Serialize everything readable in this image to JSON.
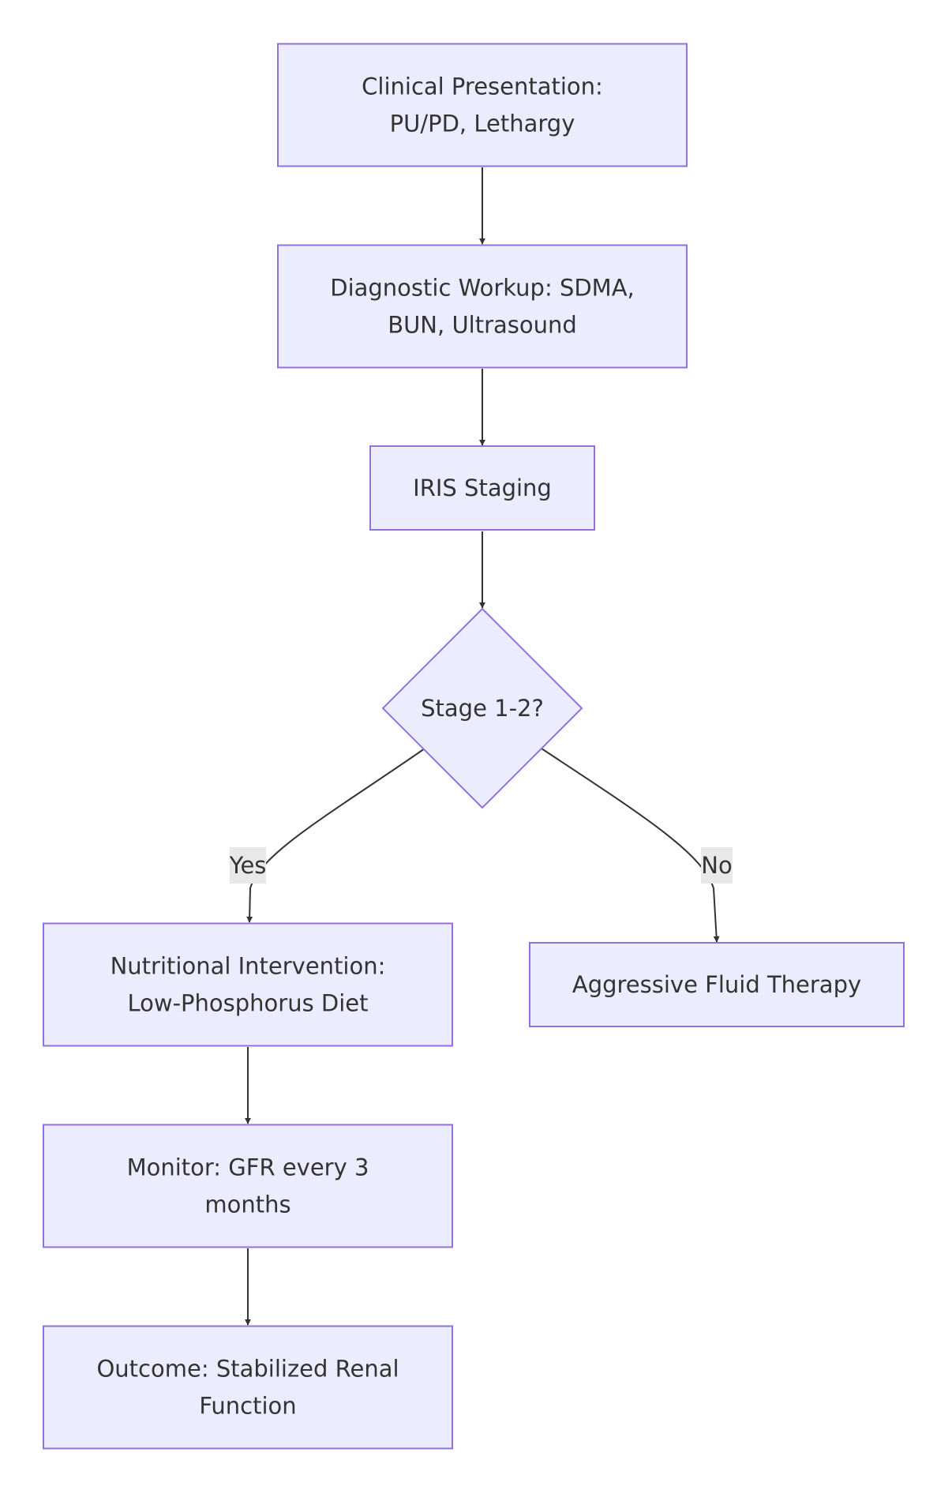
{
  "diagram": {
    "type": "flowchart",
    "colors": {
      "node_fill": "#ECECFF",
      "node_stroke": "#9370DB",
      "edge": "#333333",
      "label_bg": "#E8E8E8",
      "text": "#333333"
    },
    "nodes": [
      {
        "id": "clinical",
        "shape": "rect",
        "lines": [
          "Clinical Presentation:",
          "PU/PD, Lethargy"
        ]
      },
      {
        "id": "workup",
        "shape": "rect",
        "lines": [
          "Diagnostic Workup: SDMA,",
          "BUN, Ultrasound"
        ]
      },
      {
        "id": "iris",
        "shape": "rect",
        "lines": [
          "IRIS Staging"
        ]
      },
      {
        "id": "stage",
        "shape": "diamond",
        "lines": [
          "Stage 1-2?"
        ]
      },
      {
        "id": "nutrition",
        "shape": "rect",
        "lines": [
          "Nutritional Intervention:",
          "Low-Phosphorus Diet"
        ]
      },
      {
        "id": "fluid",
        "shape": "rect",
        "lines": [
          "Aggressive Fluid Therapy"
        ]
      },
      {
        "id": "monitor",
        "shape": "rect",
        "lines": [
          "Monitor: GFR every 3",
          "months"
        ]
      },
      {
        "id": "outcome",
        "shape": "rect",
        "lines": [
          "Outcome: Stabilized Renal",
          "Function"
        ]
      }
    ],
    "edges": [
      {
        "from": "clinical",
        "to": "workup",
        "label": ""
      },
      {
        "from": "workup",
        "to": "iris",
        "label": ""
      },
      {
        "from": "iris",
        "to": "stage",
        "label": ""
      },
      {
        "from": "stage",
        "to": "nutrition",
        "label": "Yes"
      },
      {
        "from": "stage",
        "to": "fluid",
        "label": "No"
      },
      {
        "from": "nutrition",
        "to": "monitor",
        "label": ""
      },
      {
        "from": "monitor",
        "to": "outcome",
        "label": ""
      }
    ]
  }
}
